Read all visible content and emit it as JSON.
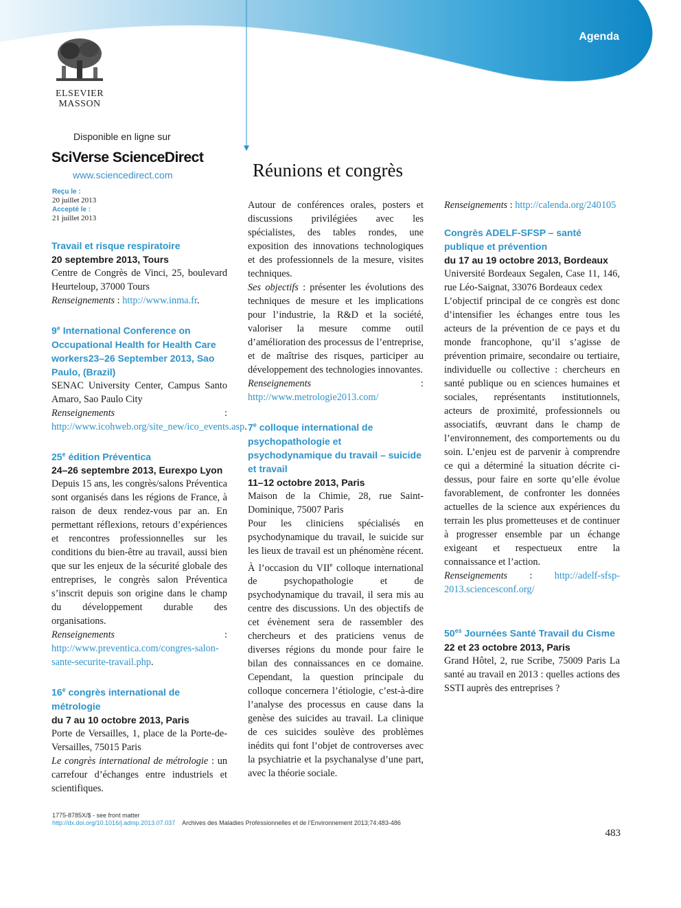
{
  "header": {
    "section_label": "Agenda",
    "publisher_line1": "ELSEVIER",
    "publisher_line2": "MASSON",
    "available_online": "Disponible en ligne sur",
    "platform": "SciVerse ScienceDirect",
    "platform_url": "www.sciencedirect.com"
  },
  "dates": {
    "received_label": "Reçu le :",
    "received": "20 juillet 2013",
    "accepted_label": "Accepté le :",
    "accepted": "21 juillet 2013"
  },
  "title": "Réunions et congrès",
  "col1": {
    "e1_title": "Travail et risque respiratoire",
    "e1_date": "20 septembre 2013, Tours",
    "e1_text": "Centre de Congrès de Vinci, 25, boulevard Heurteloup, 37000 Tours",
    "e1_info_label": "Renseignements",
    "e1_link": "http://www.inma.fr",
    "e2_title_sup": "e",
    "e2_title_pre": "9",
    "e2_title": "International Conference on Occupational Health for Health Care workers23–26 September 2013, Sao Paulo, (Brazil)",
    "e2_text": "SENAC University Center, Campus Santo Amaro, Sao Paulo City",
    "e2_info_label": "Renseignements",
    "e2_link": "http://www.icohweb.org/site_new/ico_events.asp",
    "e3_title_pre": "25",
    "e3_title_sup": "e",
    "e3_title": "édition Préventica",
    "e3_date": "24–26 septembre 2013, Eurexpo Lyon",
    "e3_text": "Depuis 15 ans, les congrès/salons Préventica sont organisés dans les régions de France, à raison de deux rendez-vous par an. En permettant réflexions, retours d’expériences et rencontres professionnelles sur les conditions du bien-être au travail, aussi bien que sur les enjeux de la sécurité globale des entreprises, le congrès salon Préventica s’inscrit depuis son origine dans le champ du développement durable des organisations.",
    "e3_info_label": "Renseignements",
    "e3_link": "http://www.preventica.com/congres-salon-sante-securite-travail.php",
    "e4_title_pre": "16",
    "e4_title_sup": "e",
    "e4_title": "congrès international de métrologie",
    "e4_date": "du 7 au 10 octobre 2013, Paris",
    "e4_text": "Porte de Versailles, 1, place de la Porte-de-Versailles, 75015 Paris",
    "e4_italic": "Le congrès international de métrologie",
    "e4_text2": ": un carrefour d’échanges entre industriels et scientifiques."
  },
  "col2": {
    "p1": "Autour de conférences orales, posters et discussions privilégiées avec les spécialistes, des tables rondes, une exposition des innovations technologiques et des professionnels de la mesure, visites techniques.",
    "p2_label": "Ses objectifs",
    "p2": ": présenter les évolutions des techniques de mesure et les implications pour l’industrie, la R&D et la société, valoriser la mesure comme outil d’amélioration des processus de l’entreprise, et de maîtrise des risques, participer au développement des technologies innovantes.",
    "info_label": "Renseignements",
    "link": "http://www.metrologie2013.com/",
    "e5_title_pre": "7",
    "e5_title_sup": "e",
    "e5_title": "colloque international de psychopathologie et psychodynamique du travail – suicide et travail",
    "e5_date": "11–12 octobre 2013, Paris",
    "e5_text": "Maison de la Chimie, 28, rue Saint-Dominique, 75007 Paris",
    "e5_text2_a": "Pour les cliniciens spécialisés en psychodynamique du travail, le suicide sur les lieux de travail est un phénomène récent. À l’occasion du VII",
    "e5_text2_sup": "e",
    "e5_text2_b": "colloque international de psychopathologie et de psychodynamique du travail, il sera mis au centre des discussions. Un des objectifs de cet évènement sera de rassembler des chercheurs et des praticiens venus de diverses régions du monde pour faire le bilan des connaissances en ce domaine. Cependant, la question principale du colloque concernera l’étiologie, c’est-à-dire l’analyse des processus en cause dans la genèse des suicides au travail. La clinique de ces suicides soulève des problèmes inédits qui font l’objet de controverses avec la psychiatrie et la psychanalyse d’une part, avec la théorie sociale."
  },
  "col3": {
    "info_label": "Renseignements",
    "link1": "http://calenda.org/240105",
    "e6_title": "Congrès ADELF-SFSP – santé publique et prévention",
    "e6_date": "du 17 au 19 octobre 2013, Bordeaux",
    "e6_text": "Université Bordeaux Segalen, Case 11, 146, rue Léo-Saignat, 33076 Bordeaux cedex",
    "e6_text2": "L’objectif principal de ce congrès est donc d’intensifier les échanges entre tous les acteurs de la prévention de ce pays et du monde francophone, qu’il s’agisse de prévention primaire, secondaire ou tertiaire, individuelle ou collective : chercheurs en santé publique ou en sciences humaines et sociales, représentants institutionnels, acteurs de proximité, professionnels ou associatifs, œuvrant dans le champ de l’environnement, des comportements ou du soin. L’enjeu est de parvenir à comprendre ce qui a déterminé la situation décrite ci-dessus, pour faire en sorte qu’elle évolue favorablement, de confronter les données actuelles de la science aux expériences du terrain les plus prometteuses et de continuer à progresser ensemble par un échange exigeant et respectueux entre la connaissance et l’action.",
    "link2": "http://adelf-sfsp-2013.sciencesconf.org/",
    "e7_title_pre": "50",
    "e7_title_sup": "es",
    "e7_title": "Journées Santé Travail du Cisme",
    "e7_date": "22 et 23 octobre 2013, Paris",
    "e7_text": "Grand Hôtel, 2, rue Scribe, 75009 Paris La santé au travail en 2013 : quelles actions des SSTI auprès des entreprises ?"
  },
  "footer": {
    "issn": "1775-8785X/$ - see front matter",
    "doi": "http://dx.doi.org/10.1016/j.admp.2013.07.037",
    "journal": "Archives des Maladies Professionnelles et de l’Environnement 2013;74:483-486",
    "page": "483"
  },
  "colors": {
    "accent": "#2d93c9",
    "banner_dark": "#0e7fb8",
    "banner_light": "#d6ecf7"
  }
}
